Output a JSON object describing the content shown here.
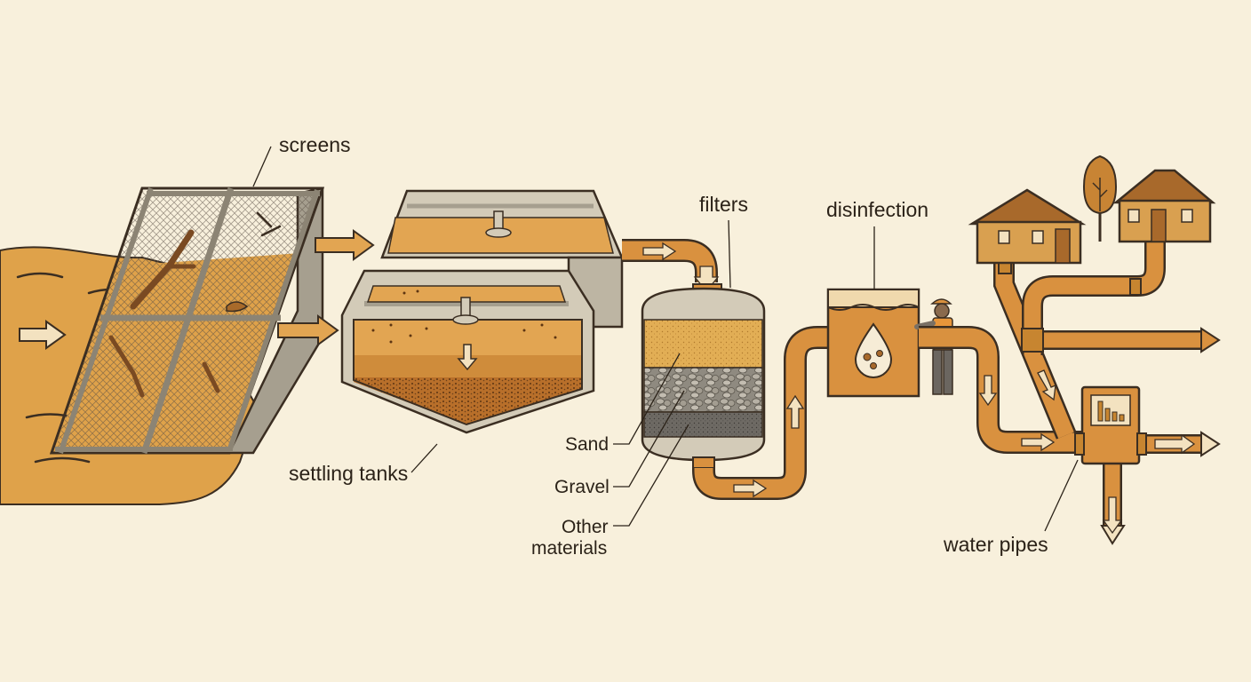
{
  "labels": {
    "screens": "screens",
    "settling_tanks": "settling tanks",
    "filters": "filters",
    "disinfection": "disinfection",
    "sand": "Sand",
    "gravel": "Gravel",
    "other_materials_1": "Other",
    "other_materials_2": "materials",
    "water_pipes": "water pipes"
  },
  "colors": {
    "background": "#f8f0dc",
    "water": "#dfa24a",
    "water_dark": "#c78530",
    "pipe": "#d9913f",
    "concrete": "#d3cbb8",
    "concrete_dark": "#a69f8f",
    "ink": "#3b2e22",
    "house": "#d9a050",
    "roof": "#a8692b"
  },
  "icons": [
    "flow-arrow-icon",
    "water-drop-icon",
    "bacteria-icon",
    "bar-chart-icon",
    "worker-icon",
    "tree-icon"
  ]
}
